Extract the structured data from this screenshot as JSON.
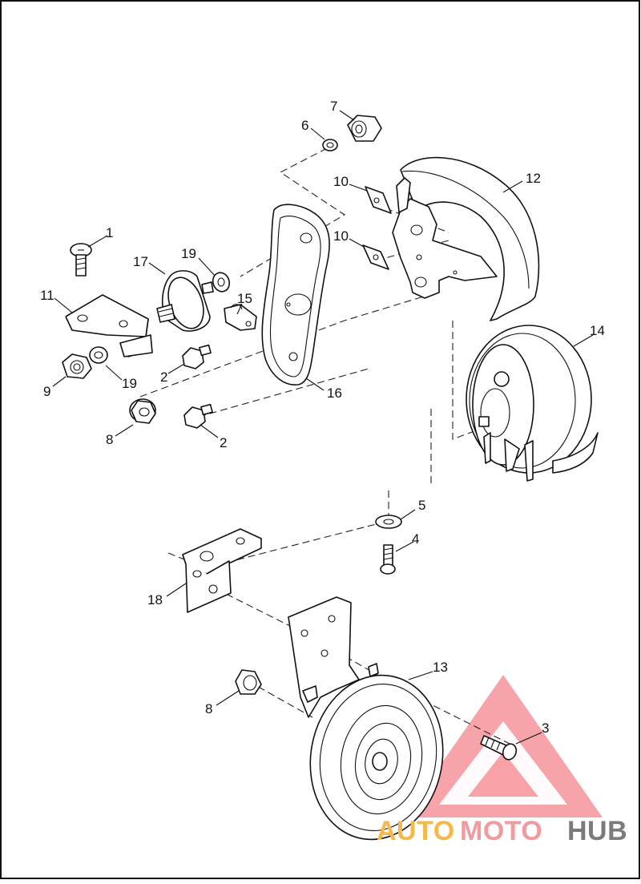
{
  "diagram": {
    "labels": [
      {
        "id": "p1",
        "text": "1"
      },
      {
        "id": "p2a",
        "text": "2"
      },
      {
        "id": "p2b",
        "text": "2"
      },
      {
        "id": "p3",
        "text": "3"
      },
      {
        "id": "p4",
        "text": "4"
      },
      {
        "id": "p5",
        "text": "5"
      },
      {
        "id": "p6",
        "text": "6"
      },
      {
        "id": "p7",
        "text": "7"
      },
      {
        "id": "p8a",
        "text": "8"
      },
      {
        "id": "p8b",
        "text": "8"
      },
      {
        "id": "p9",
        "text": "9"
      },
      {
        "id": "p10a",
        "text": "10"
      },
      {
        "id": "p10b",
        "text": "10"
      },
      {
        "id": "p11",
        "text": "11"
      },
      {
        "id": "p12",
        "text": "12"
      },
      {
        "id": "p13",
        "text": "13"
      },
      {
        "id": "p14",
        "text": "14"
      },
      {
        "id": "p15",
        "text": "15"
      },
      {
        "id": "p16",
        "text": "16"
      },
      {
        "id": "p17",
        "text": "17"
      },
      {
        "id": "p18",
        "text": "18"
      },
      {
        "id": "p19a",
        "text": "19"
      },
      {
        "id": "p19b",
        "text": "19"
      }
    ]
  },
  "watermark": {
    "word_1": "AUTO",
    "word_2": "MOTO",
    "word_3": "HUB",
    "colors": {
      "orange": "#f7b84a",
      "pink": "#f19aa0",
      "gray": "#7b7b7b",
      "triangle": "#ee5a62"
    }
  },
  "colors": {
    "line": "#111111",
    "background": "#ffffff",
    "label_3": "#c0392b"
  }
}
